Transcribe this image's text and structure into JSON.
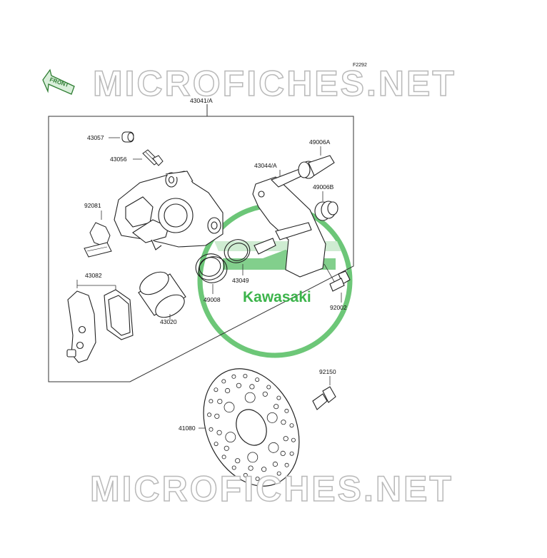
{
  "figure_code": "F2292",
  "front_arrow_label": "FRONT",
  "watermark": "MICROFICHES.NET",
  "brand_logo_text": "Kawasaki",
  "parts": {
    "p43041A": "43041/A",
    "p43057": "43057",
    "p43056": "43056",
    "p92081": "92081",
    "p43082": "43082",
    "p43020": "43020",
    "p49008": "49008",
    "p43049": "43049",
    "p43044A": "43044/A",
    "p49006A": "49006A",
    "p49006B": "49006B",
    "p92002": "92002",
    "p92150": "92150",
    "p41080": "41080"
  },
  "colors": {
    "line": "#333333",
    "logo_green": "#3cb44b",
    "watermark_outline": "#b9b9b9"
  }
}
